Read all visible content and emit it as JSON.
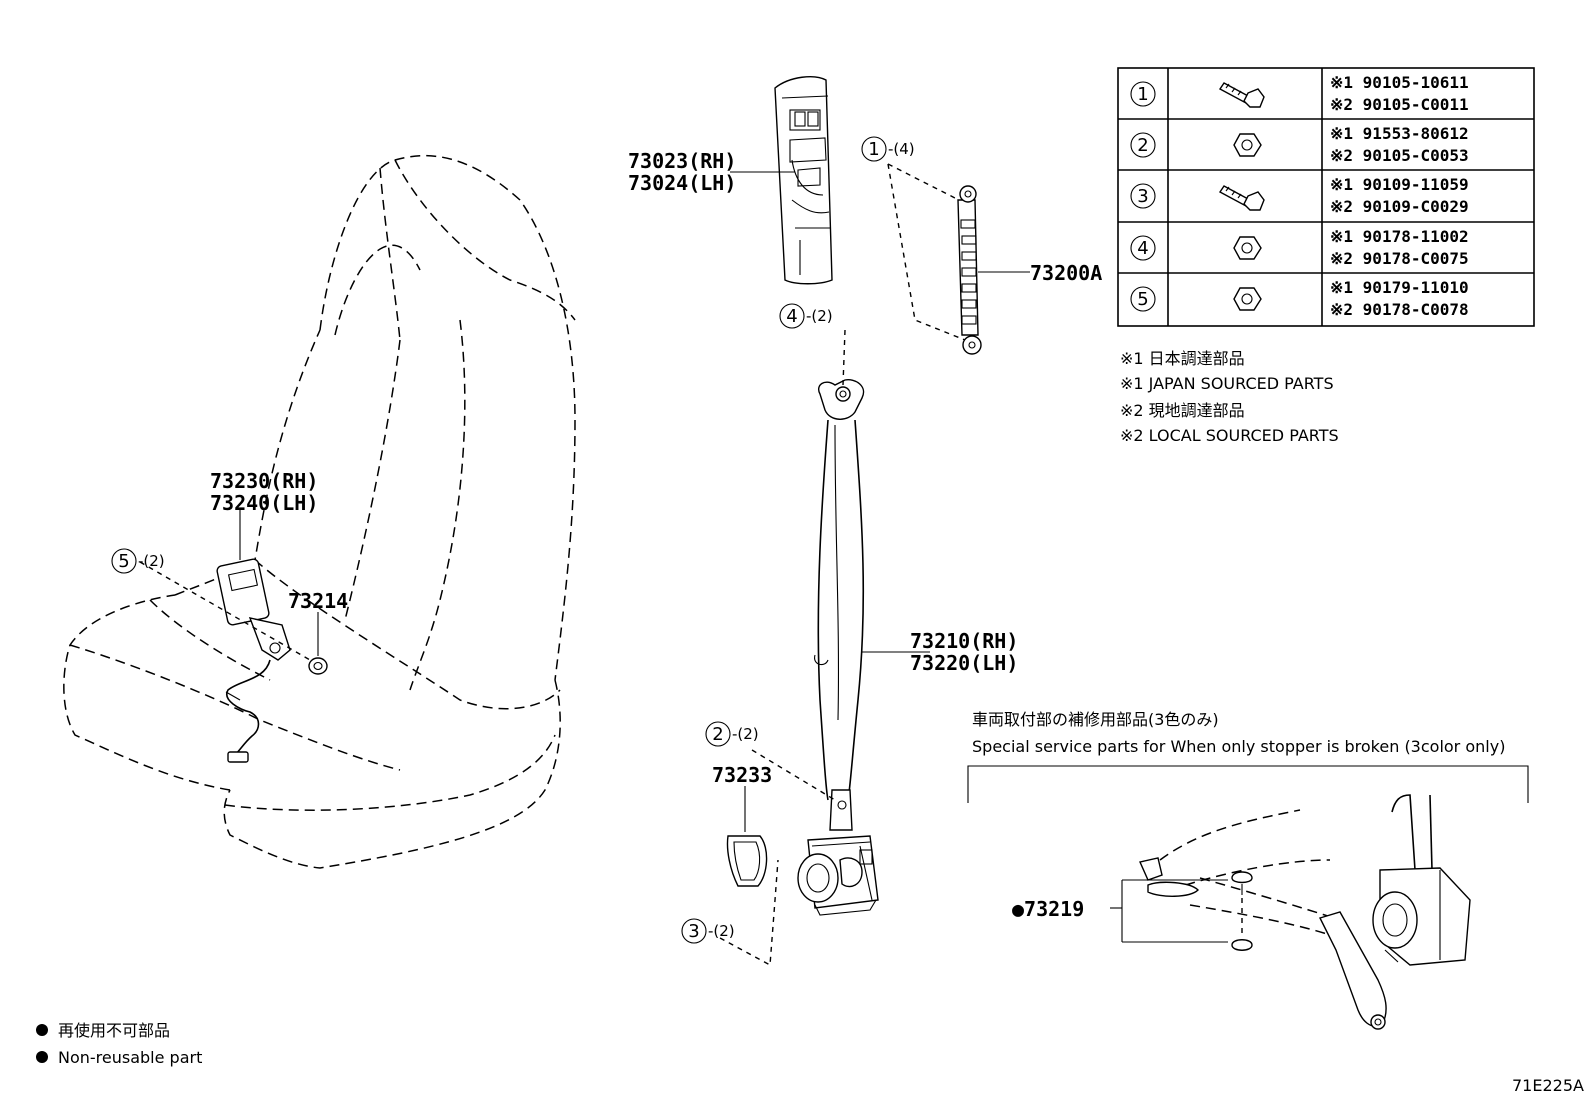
{
  "callouts": {
    "p73023": "73023(RH)",
    "p73024": "73024(LH)",
    "p73200A": "73200A",
    "p73230": "73230(RH)",
    "p73240": "73240(LH)",
    "p73214": "73214",
    "p73210": "73210(RH)",
    "p73220": "73220(LH)",
    "p73233": "73233",
    "p73219": "●73219"
  },
  "refs": {
    "r1": {
      "num": "1",
      "qty": "-(4)"
    },
    "r2": {
      "num": "2",
      "qty": "-(2)"
    },
    "r3": {
      "num": "3",
      "qty": "-(2)"
    },
    "r4": {
      "num": "4",
      "qty": "-(2)"
    },
    "r5": {
      "num": "5",
      "qty": "-(2)"
    }
  },
  "parts_table": [
    {
      "num": "1",
      "icon": "bolt-icon",
      "p1": "※1 90105-10611",
      "p2": "※2 90105-C0011"
    },
    {
      "num": "2",
      "icon": "nut-icon",
      "p1": "※1 91553-80612",
      "p2": "※2 90105-C0053"
    },
    {
      "num": "3",
      "icon": "bolt-icon",
      "p1": "※1 90109-11059",
      "p2": "※2 90109-C0029"
    },
    {
      "num": "4",
      "icon": "nut-icon",
      "p1": "※1 90178-11002",
      "p2": "※2 90178-C0075"
    },
    {
      "num": "5",
      "icon": "nut-icon",
      "p1": "※1 90179-11010",
      "p2": "※2 90178-C0078"
    }
  ],
  "notes": {
    "n1_jp": "※1 日本調達部品",
    "n1_en": "※1 JAPAN SOURCED PARTS",
    "n2_jp": "※2 現地調達部品",
    "n2_en": "※2 LOCAL SOURCED PARTS"
  },
  "special": {
    "title_jp": "車両取付部の補修用部品(3色のみ)",
    "title_en": "Special service parts for When only stopper is broken (3color only)"
  },
  "legend": {
    "jp": "再使用不可部品",
    "en": "Non-reusable part"
  },
  "diagram_code": "71E225A"
}
